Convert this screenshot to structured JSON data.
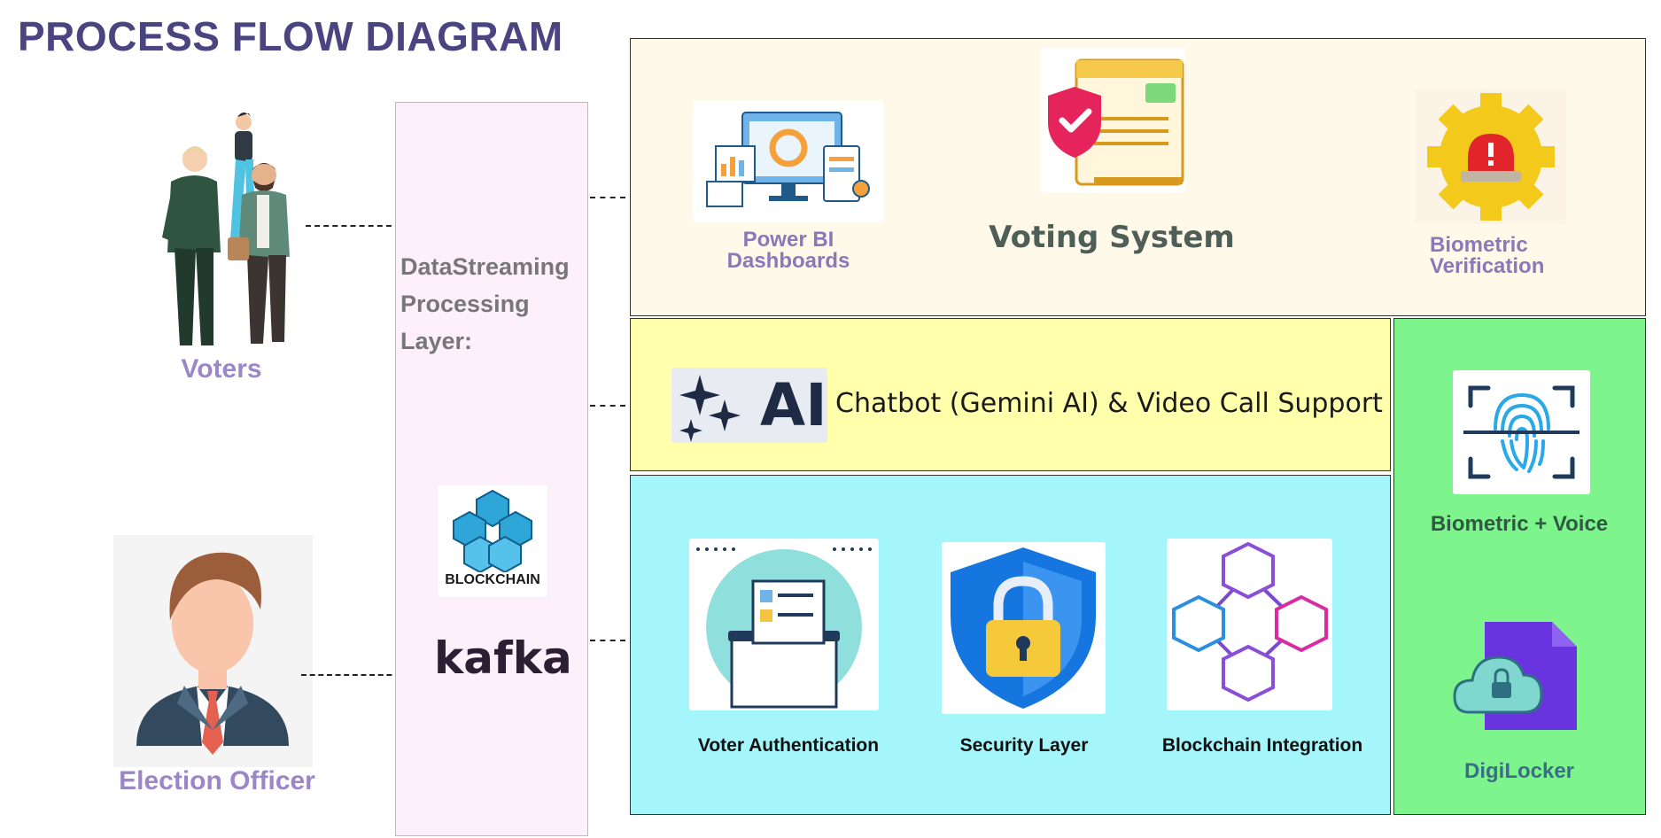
{
  "title": "PROCESS FLOW DIAGRAM",
  "actors": {
    "voters": "Voters",
    "election_officer": "Election Officer"
  },
  "middle_layer": {
    "line1": "DataStreaming",
    "line2": "Processing",
    "line3": "Layer:",
    "blockchain_logo_text": "BLOCKCHAIN",
    "kafka_label": "kafka"
  },
  "top_panel": {
    "powerbi_line1": "Power BI",
    "powerbi_line2": "Dashboards",
    "voting_system": "Voting System",
    "biometric_line1": "Biometric",
    "biometric_line2": "Verification"
  },
  "ai_panel": {
    "ai_logo_text": "AI",
    "label": "Chatbot (Gemini AI) & Video Call Support"
  },
  "bottom_panel": {
    "voter_auth": "Voter Authentication",
    "security": "Security Layer",
    "blockchain_integration": "Blockchain Integration"
  },
  "right_panel": {
    "biometric_voice": "Biometric + Voice",
    "digilocker": "DigiLocker"
  },
  "colors": {
    "top_panel_bg": "#fff9ea",
    "middle_layer_bg": "#fdf0fb",
    "ai_panel_bg": "#ffffac",
    "bottom_panel_bg": "#a4f6fb",
    "right_panel_bg": "#7ef48c",
    "title": "#4a4480"
  }
}
